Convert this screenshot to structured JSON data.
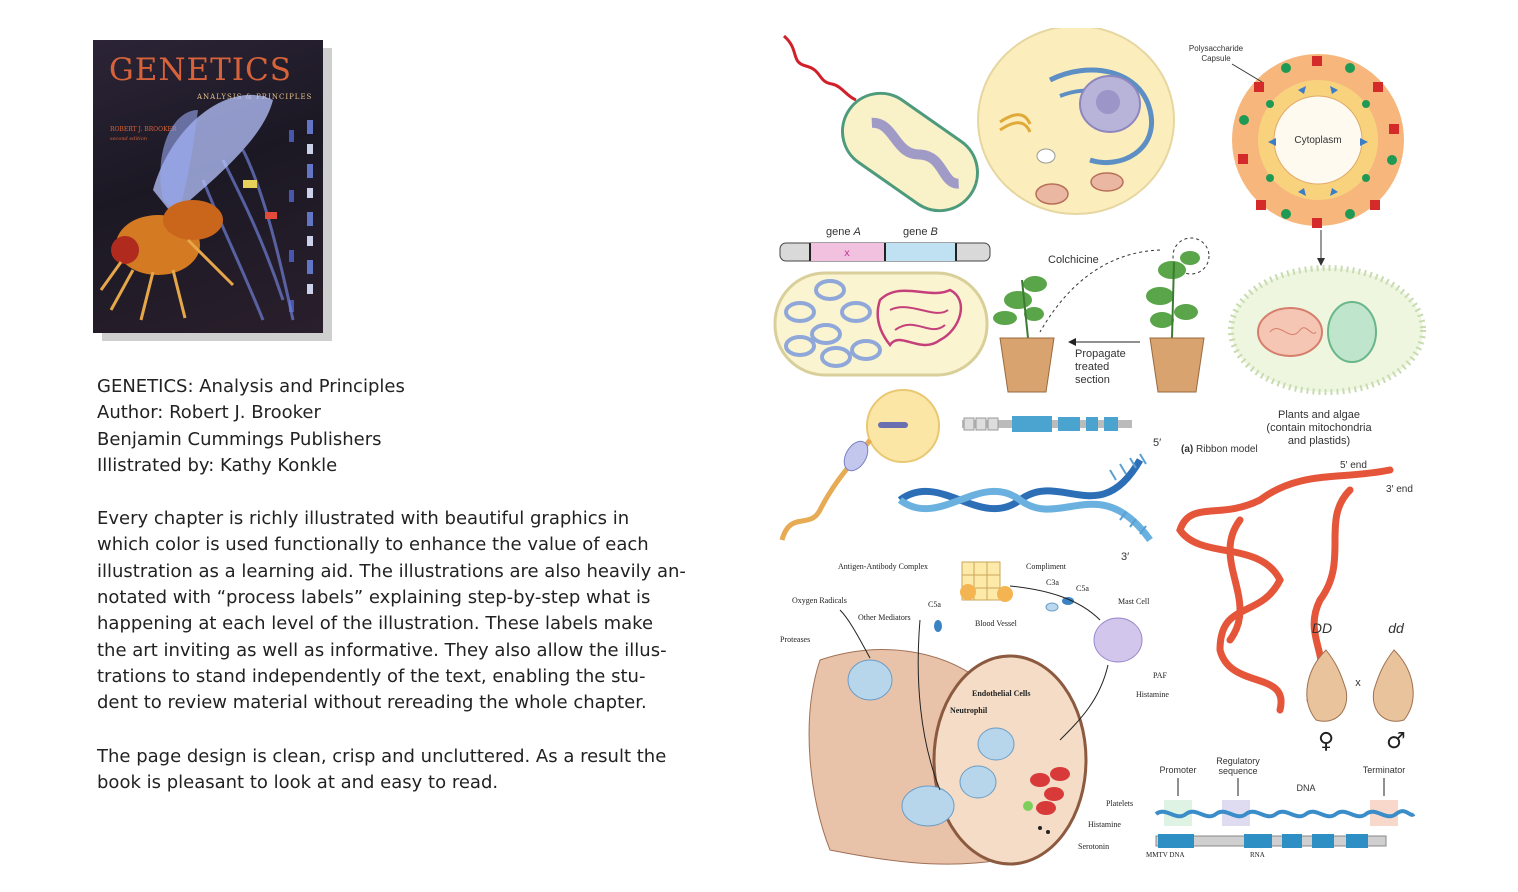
{
  "book_cover": {
    "title": "GENETICS",
    "subtitle": "ANALYSIS & PRINCIPLES",
    "author": "ROBERT J. BROOKER",
    "edition": "second edition"
  },
  "details": {
    "title_line": "GENETICS: Analysis and Principles",
    "author_line": "Author: Robert J. Brooker",
    "publisher_line": "Benjamin Cummings Publishers",
    "illustrator_line": "Illistrated by: Kathy Konkle"
  },
  "paragraph1": [
    "Every chapter is richly illustrated with beautiful graphics in",
    "which color is used functionally to enhance the value of each",
    "illustration as a learning aid. The illustrations are also heavily an-",
    "notated with “process labels” explaining step-by-step what is",
    "happening at each level of the illustration. These labels make",
    "the art inviting as well as informative. They also allow the illus-",
    "trations to stand independently of the text, enabling the stu-",
    "dent to review material without rereading the whole chapter."
  ],
  "paragraph2": [
    "The page design is clean, crisp and uncluttered. As a result the",
    "book is pleasant to look at and easy to read."
  ],
  "illustrations": {
    "capsule": {
      "label_line1": "Polysaccharide",
      "label_line2": "Capsule",
      "center": "Cytoplasm"
    },
    "genes": {
      "a_prefix": "gene ",
      "a_italic": "A",
      "b_prefix": "gene ",
      "b_italic": "B"
    },
    "colchicine": {
      "label": "Colchicine",
      "propagate": [
        "Propagate",
        "treated",
        "section"
      ]
    },
    "plants": [
      "Plants and algae",
      "(contain mitochondria",
      "and plastids)"
    ],
    "ribbon": {
      "tag": "(a)",
      "label": " Ribbon model",
      "five_end": "5′ end",
      "three_end": "3′ end"
    },
    "dna": {
      "five": "5′",
      "three": "3′"
    },
    "snails": {
      "dd_upper": "DD",
      "dd_lower": "dd",
      "cross": "x",
      "female": "♀",
      "male": "♂"
    },
    "immune": {
      "antigen": "Antigen-Antibody Complex",
      "compliment": "Compliment",
      "c3a": "C3a",
      "c5a_right": "C5a",
      "mast": "Mast Cell",
      "oxygen": "Oxygen Radicals",
      "c5a_left": "C5a",
      "other": "Other Mediators",
      "blood": "Blood Vessel",
      "proteases": "Proteases",
      "paf": "PAF",
      "histamine_top": "Histamine",
      "endothelial": "Endothelial Cells",
      "neutrophil": "Neutrophil",
      "platelets": "Platelets",
      "histamine": "Histamine",
      "serotonin": "Serotonin"
    },
    "promoter": {
      "promoter": "Promoter",
      "regulatory": [
        "Regulatory",
        "sequence"
      ],
      "terminator": "Terminator",
      "dna": "DNA",
      "mmtv": "MMTV DNA",
      "rna": "RNA"
    }
  }
}
